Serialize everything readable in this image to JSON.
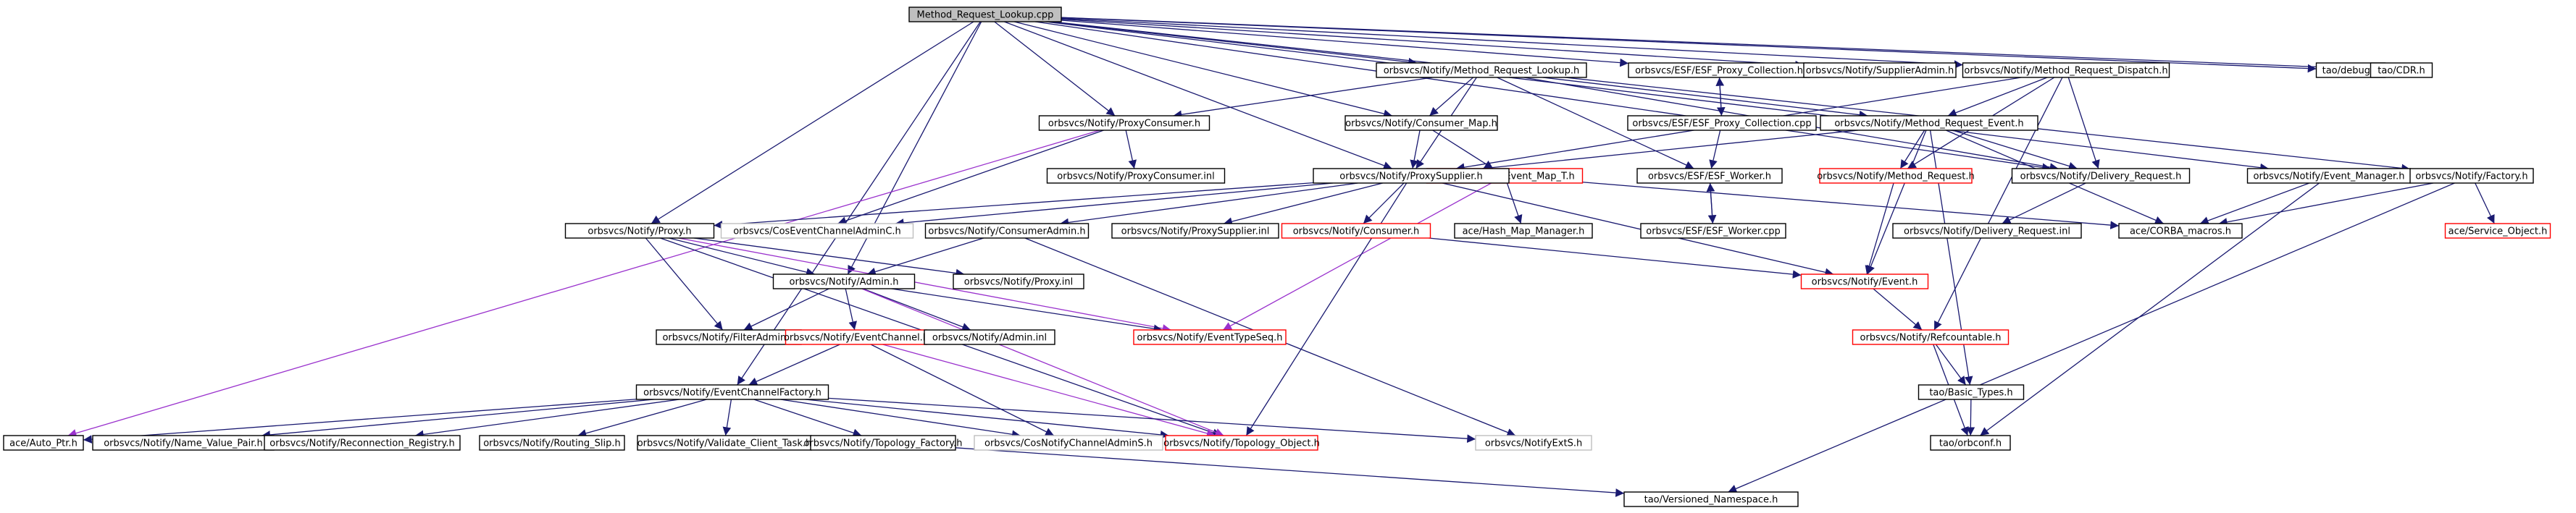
{
  "nodes": [
    {
      "id": "root",
      "label": "Method_Request_Lookup.cpp",
      "style": "root"
    },
    {
      "id": "mrl",
      "label": "orbsvcs/Notify/Method_Request_Lookup.h",
      "style": "normal"
    },
    {
      "id": "esfpc",
      "label": "orbsvcs/ESF/ESF_Proxy_Collection.h",
      "style": "normal"
    },
    {
      "id": "supadmin",
      "label": "orbsvcs/Notify/SupplierAdmin.h",
      "style": "normal"
    },
    {
      "id": "mrd",
      "label": "orbsvcs/Notify/Method_Request_Dispatch.h",
      "style": "normal"
    },
    {
      "id": "debug",
      "label": "tao/debug.h",
      "style": "normal"
    },
    {
      "id": "cdr",
      "label": "tao/CDR.h",
      "style": "normal"
    },
    {
      "id": "pcons",
      "label": "orbsvcs/Notify/ProxyConsumer.h",
      "style": "normal"
    },
    {
      "id": "cmap",
      "label": "orbsvcs/Notify/Consumer_Map.h",
      "style": "normal"
    },
    {
      "id": "esfpccpp",
      "label": "orbsvcs/ESF/ESF_Proxy_Collection.cpp",
      "style": "normal"
    },
    {
      "id": "mre",
      "label": "orbsvcs/Notify/Method_Request_Event.h",
      "style": "normal"
    },
    {
      "id": "pconsinl",
      "label": "orbsvcs/Notify/ProxyConsumer.inl",
      "style": "normal"
    },
    {
      "id": "emapt",
      "label": "orbsvcs/Notify/Event_Map_T.h",
      "style": "red"
    },
    {
      "id": "esfw",
      "label": "orbsvcs/ESF/ESF_Worker.h",
      "style": "normal"
    },
    {
      "id": "mr",
      "label": "orbsvcs/Notify/Method_Request.h",
      "style": "red"
    },
    {
      "id": "dreq",
      "label": "orbsvcs/Notify/Delivery_Request.h",
      "style": "normal"
    },
    {
      "id": "evmgr",
      "label": "orbsvcs/Notify/Event_Manager.h",
      "style": "normal"
    },
    {
      "id": "factory",
      "label": "orbsvcs/Notify/Factory.h",
      "style": "normal"
    },
    {
      "id": "psup",
      "label": "orbsvcs/Notify/ProxySupplier.h",
      "style": "normal"
    },
    {
      "id": "proxy",
      "label": "orbsvcs/Notify/Proxy.h",
      "style": "normal"
    },
    {
      "id": "coseca",
      "label": "orbsvcs/CosEventChannelAdminC.h",
      "style": "gray"
    },
    {
      "id": "cadmin",
      "label": "orbsvcs/Notify/ConsumerAdmin.h",
      "style": "normal"
    },
    {
      "id": "psupinl",
      "label": "orbsvcs/Notify/ProxySupplier.inl",
      "style": "normal"
    },
    {
      "id": "consumer",
      "label": "orbsvcs/Notify/Consumer.h",
      "style": "red"
    },
    {
      "id": "hashmap",
      "label": "ace/Hash_Map_Manager.h",
      "style": "normal"
    },
    {
      "id": "esfwcpp",
      "label": "orbsvcs/ESF/ESF_Worker.cpp",
      "style": "normal"
    },
    {
      "id": "dreqinl",
      "label": "orbsvcs/Notify/Delivery_Request.inl",
      "style": "normal"
    },
    {
      "id": "corbam",
      "label": "ace/CORBA_macros.h",
      "style": "normal"
    },
    {
      "id": "svcobj",
      "label": "ace/Service_Object.h",
      "style": "red"
    },
    {
      "id": "proxyinl",
      "label": "orbsvcs/Notify/Proxy.inl",
      "style": "normal"
    },
    {
      "id": "admin",
      "label": "orbsvcs/Notify/Admin.h",
      "style": "normal"
    },
    {
      "id": "event",
      "label": "orbsvcs/Notify/Event.h",
      "style": "red"
    },
    {
      "id": "filteradmin",
      "label": "orbsvcs/Notify/FilterAdmin.h",
      "style": "normal"
    },
    {
      "id": "ec",
      "label": "orbsvcs/Notify/EventChannel.h",
      "style": "red"
    },
    {
      "id": "admininl",
      "label": "orbsvcs/Notify/Admin.inl",
      "style": "normal"
    },
    {
      "id": "evtseq",
      "label": "orbsvcs/Notify/EventTypeSeq.h",
      "style": "red"
    },
    {
      "id": "refc",
      "label": "orbsvcs/Notify/Refcountable.h",
      "style": "red"
    },
    {
      "id": "ecf",
      "label": "orbsvcs/Notify/EventChannelFactory.h",
      "style": "normal"
    },
    {
      "id": "btypes",
      "label": "tao/Basic_Types.h",
      "style": "normal"
    },
    {
      "id": "autoptr",
      "label": "ace/Auto_Ptr.h",
      "style": "normal"
    },
    {
      "id": "nvp",
      "label": "orbsvcs/Notify/Name_Value_Pair.h",
      "style": "normal"
    },
    {
      "id": "reconreg",
      "label": "orbsvcs/Notify/Reconnection_Registry.h",
      "style": "normal"
    },
    {
      "id": "rslip",
      "label": "orbsvcs/Notify/Routing_Slip.h",
      "style": "normal"
    },
    {
      "id": "vct",
      "label": "orbsvcs/Notify/Validate_Client_Task.h",
      "style": "normal"
    },
    {
      "id": "topfac",
      "label": "orbsvcs/Notify/Topology_Factory.h",
      "style": "normal"
    },
    {
      "id": "cosnca",
      "label": "orbsvcs/CosNotifyChannelAdminS.h",
      "style": "gray"
    },
    {
      "id": "topobj",
      "label": "orbsvcs/Notify/Topology_Object.h",
      "style": "red"
    },
    {
      "id": "notifyext",
      "label": "orbsvcs/NotifyExtS.h",
      "style": "gray"
    },
    {
      "id": "orbconf",
      "label": "tao/orbconf.h",
      "style": "normal"
    },
    {
      "id": "versns",
      "label": "tao/Versioned_Namespace.h",
      "style": "normal"
    }
  ],
  "edges": [
    [
      "root",
      "mrl"
    ],
    [
      "root",
      "esfpc"
    ],
    [
      "root",
      "supadmin"
    ],
    [
      "root",
      "mrd"
    ],
    [
      "root",
      "debug"
    ],
    [
      "root",
      "cdr"
    ],
    [
      "root",
      "pcons"
    ],
    [
      "root",
      "psup"
    ],
    [
      "root",
      "cmap"
    ],
    [
      "root",
      "dreq"
    ],
    [
      "root",
      "evmgr"
    ],
    [
      "root",
      "factory"
    ],
    [
      "root",
      "proxy"
    ],
    [
      "root",
      "admin"
    ],
    [
      "root",
      "ecf"
    ],
    [
      "mrl",
      "pcons"
    ],
    [
      "mrl",
      "cmap"
    ],
    [
      "mrl",
      "mre"
    ],
    [
      "mrl",
      "psup"
    ],
    [
      "mrl",
      "esfw"
    ],
    [
      "mrl",
      "dreq"
    ],
    [
      "esfpc",
      "esfpccpp"
    ],
    [
      "esfpccpp",
      "esfpc"
    ],
    [
      "esfpccpp",
      "esfw"
    ],
    [
      "mrd",
      "mre"
    ],
    [
      "mrd",
      "psup"
    ],
    [
      "mrd",
      "mr"
    ],
    [
      "mrd",
      "dreq"
    ],
    [
      "mrd",
      "refc"
    ],
    [
      "pcons",
      "pconsinl"
    ],
    [
      "pcons",
      "coseca"
    ],
    [
      "pcons",
      "autoptr"
    ],
    [
      "cmap",
      "psup"
    ],
    [
      "cmap",
      "emapt"
    ],
    [
      "mre",
      "psup"
    ],
    [
      "mre",
      "dreq"
    ],
    [
      "mre",
      "mr"
    ],
    [
      "mre",
      "corbam"
    ],
    [
      "mre",
      "event"
    ],
    [
      "mre",
      "btypes"
    ],
    [
      "emapt",
      "hashmap"
    ],
    [
      "emapt",
      "evtseq"
    ],
    [
      "emapt",
      "corbam"
    ],
    [
      "esfw",
      "esfwcpp"
    ],
    [
      "esfwcpp",
      "esfw"
    ],
    [
      "mr",
      "event"
    ],
    [
      "dreq",
      "dreqinl"
    ],
    [
      "evmgr",
      "corbam"
    ],
    [
      "evmgr",
      "orbconf"
    ],
    [
      "factory",
      "corbam"
    ],
    [
      "factory",
      "svcobj"
    ],
    [
      "factory",
      "versns"
    ],
    [
      "psup",
      "proxy"
    ],
    [
      "psup",
      "coseca"
    ],
    [
      "psup",
      "cadmin"
    ],
    [
      "psup",
      "psupinl"
    ],
    [
      "psup",
      "consumer"
    ],
    [
      "psup",
      "event"
    ],
    [
      "psup",
      "topobj"
    ],
    [
      "proxy",
      "filteradmin"
    ],
    [
      "proxy",
      "admin"
    ],
    [
      "proxy",
      "proxyinl"
    ],
    [
      "proxy",
      "evtseq"
    ],
    [
      "proxy",
      "topobj"
    ],
    [
      "cadmin",
      "admin"
    ],
    [
      "cadmin",
      "notifyext"
    ],
    [
      "consumer",
      "event"
    ],
    [
      "admin",
      "filteradmin"
    ],
    [
      "admin",
      "ec"
    ],
    [
      "admin",
      "admininl"
    ],
    [
      "admin",
      "evtseq"
    ],
    [
      "admin",
      "topobj"
    ],
    [
      "ec",
      "ecf"
    ],
    [
      "ec",
      "cosnca"
    ],
    [
      "ec",
      "topobj"
    ],
    [
      "event",
      "refc"
    ],
    [
      "refc",
      "btypes"
    ],
    [
      "refc",
      "orbconf"
    ],
    [
      "btypes",
      "orbconf"
    ],
    [
      "ecf",
      "autoptr"
    ],
    [
      "ecf",
      "nvp"
    ],
    [
      "ecf",
      "reconreg"
    ],
    [
      "ecf",
      "rslip"
    ],
    [
      "ecf",
      "vct"
    ],
    [
      "ecf",
      "topfac"
    ],
    [
      "ecf",
      "cosnca"
    ],
    [
      "ecf",
      "topobj"
    ],
    [
      "ecf",
      "notifyext"
    ],
    [
      "topfac",
      "versns"
    ]
  ],
  "purple_edges": [
    [
      "pcons",
      "autoptr"
    ],
    [
      "proxy",
      "evtseq"
    ],
    [
      "emapt",
      "evtseq"
    ],
    [
      "admin",
      "topobj"
    ],
    [
      "ec",
      "topobj"
    ]
  ]
}
